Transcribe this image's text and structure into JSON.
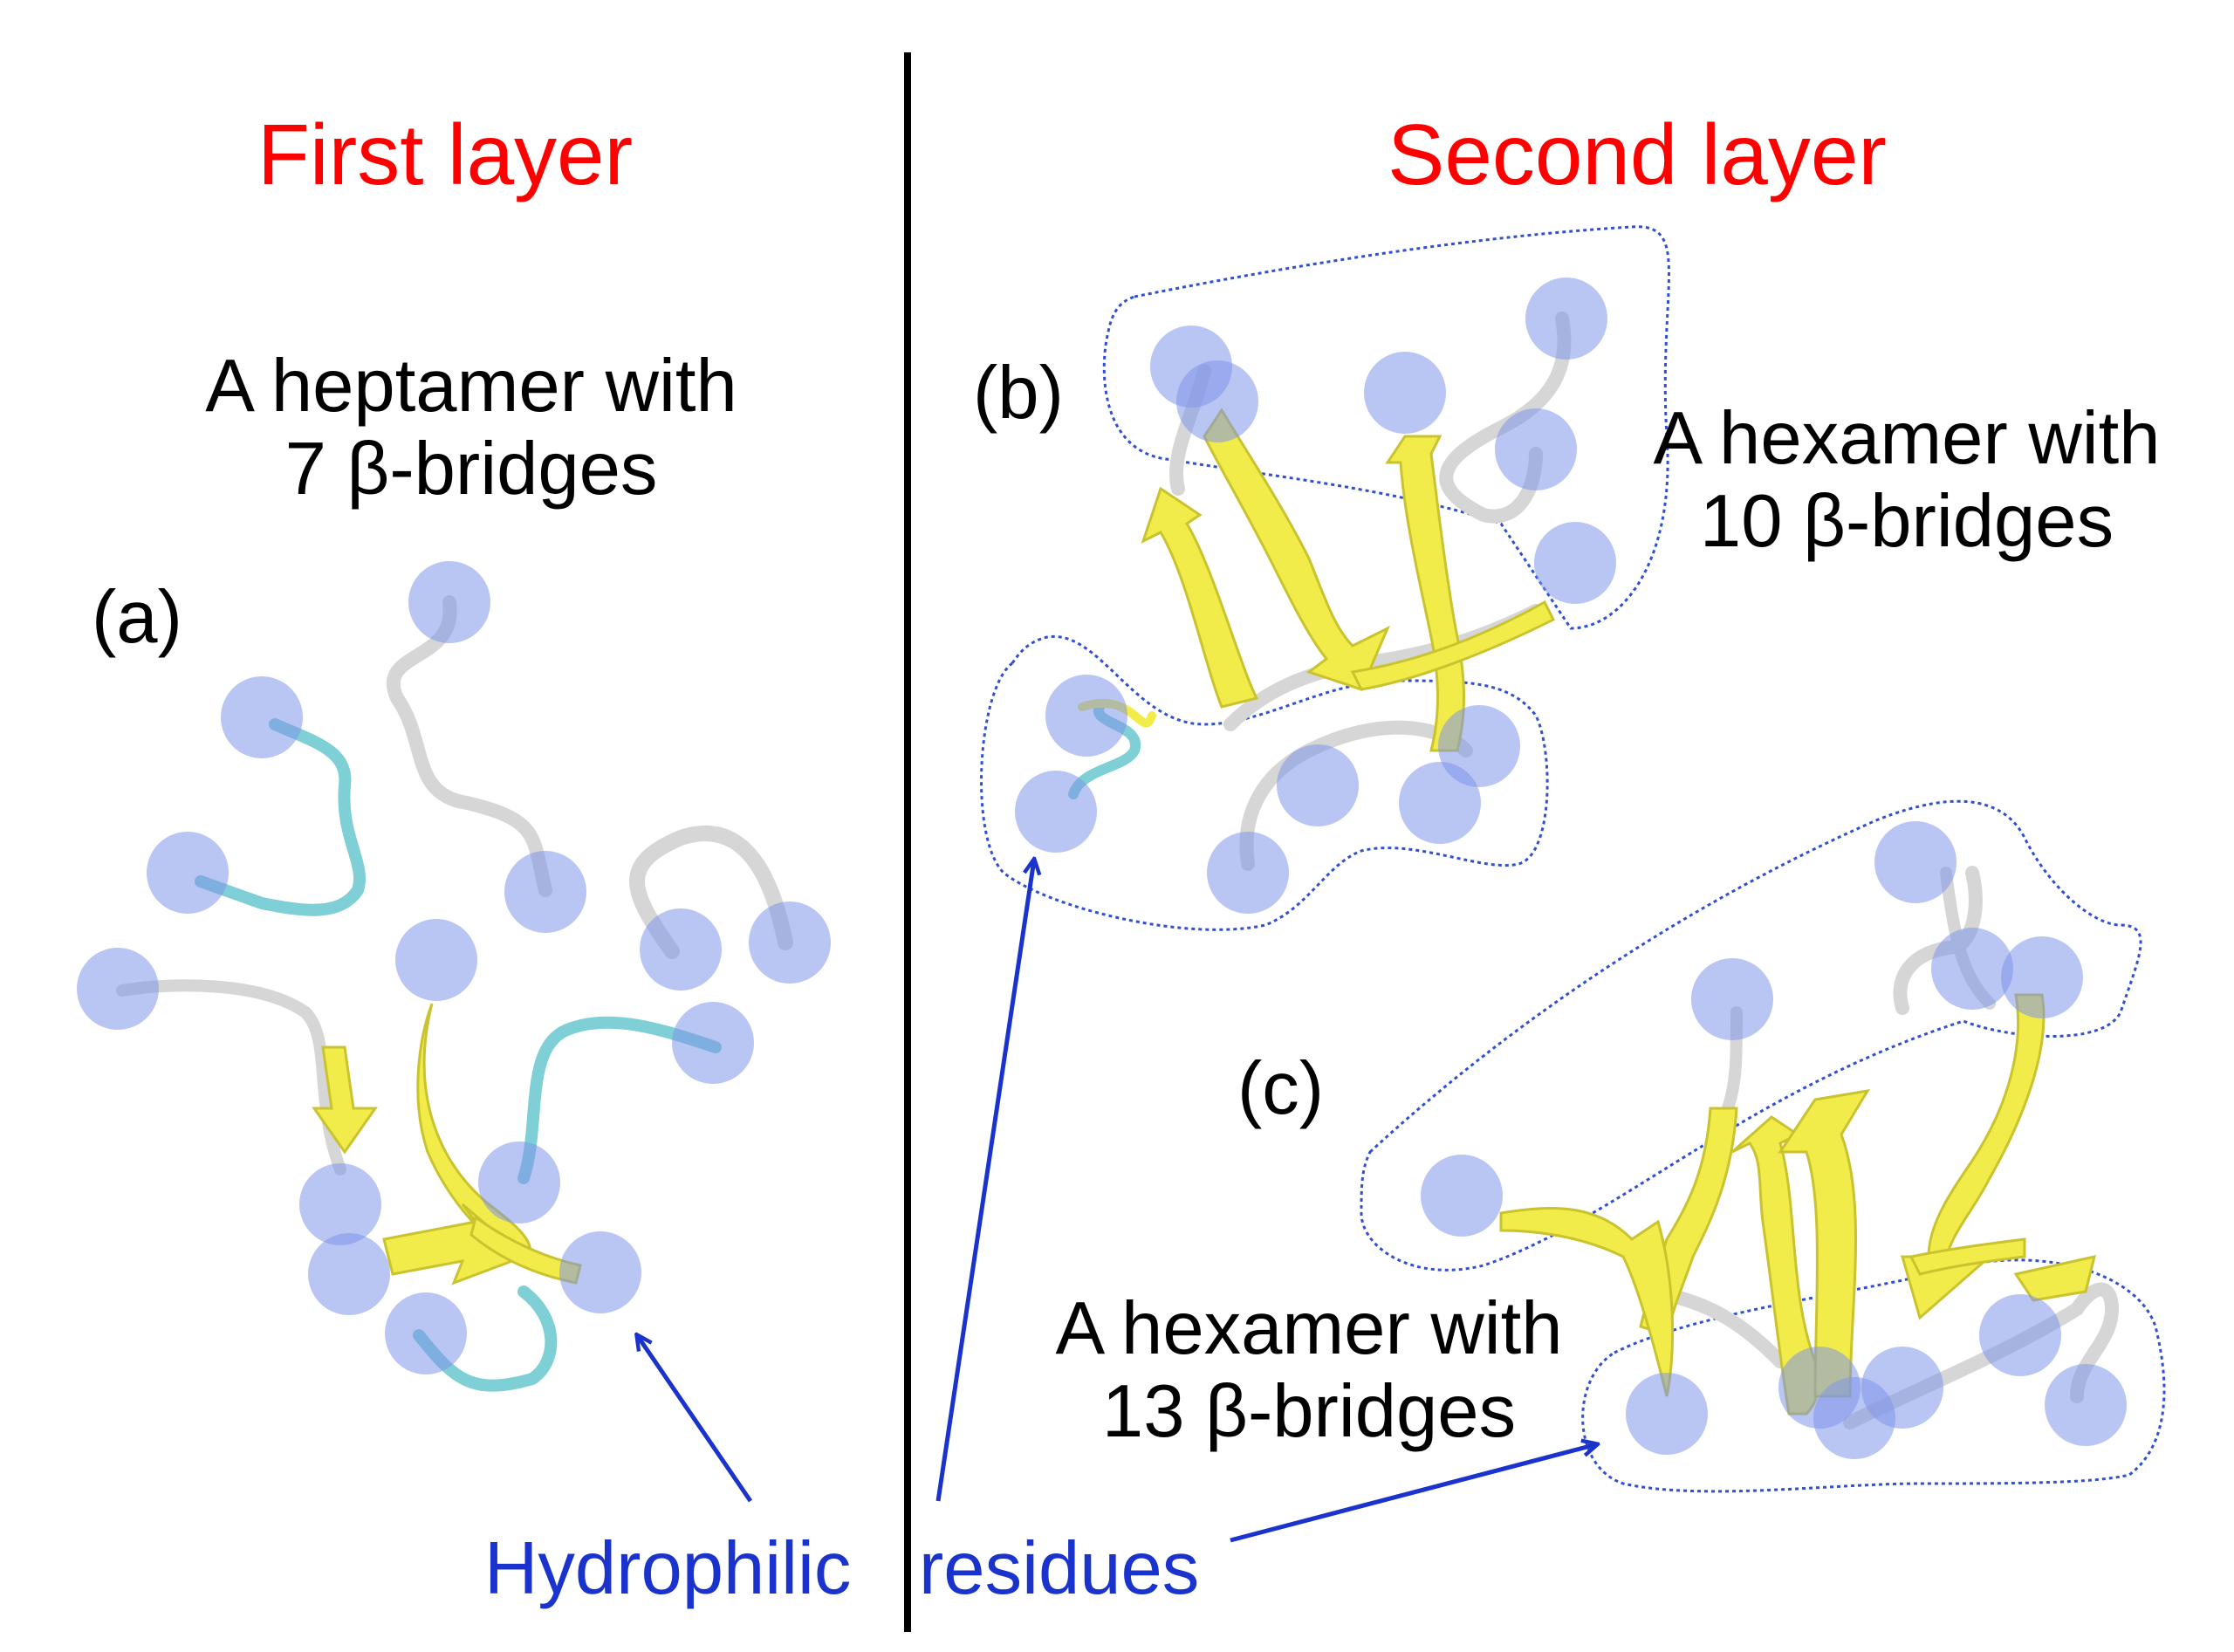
{
  "colors": {
    "heading": "#ff0000",
    "text": "#000000",
    "annotation": "#1a33cc",
    "divider": "#000000",
    "residue": "#7f95ea",
    "strand": "#f2ec4a",
    "coil": "#d6d6d6",
    "turn": "#7fcfd6",
    "outline": "#3050d0"
  },
  "headings": {
    "left": "First layer",
    "right": "Second layer"
  },
  "panels": {
    "a": {
      "label": "(a)",
      "desc_line1": "A heptamer with",
      "desc_line2": "7 β-bridges"
    },
    "b": {
      "label": "(b)",
      "desc_line1": "A hexamer with",
      "desc_line2": "10 β-bridges"
    },
    "c": {
      "label": "(c)",
      "desc_line1": "A hexamer with",
      "desc_line2": "13 β-bridges"
    }
  },
  "annotation": {
    "hydrophilic": "Hydrophilic",
    "residues": "residues"
  }
}
